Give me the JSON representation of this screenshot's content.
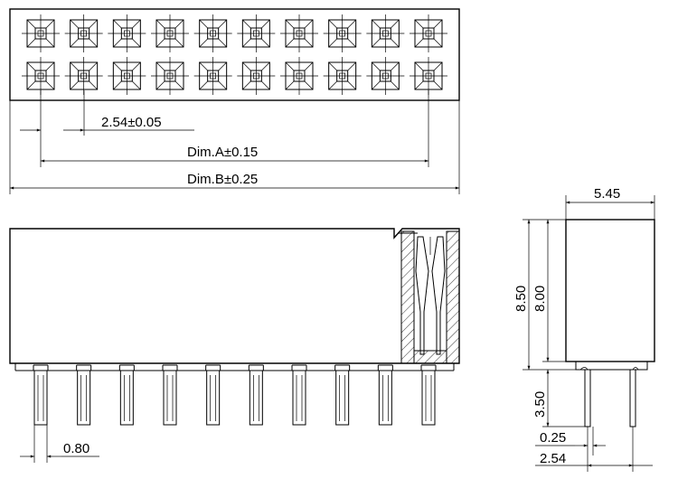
{
  "labels": {
    "pitch": "2.54±0.05",
    "dim_a": "Dim.A±0.15",
    "dim_b": "Dim.B±0.25",
    "pin_width": "0.80",
    "body_depth": "5.45",
    "overall_height": "8.50",
    "body_height": "8.00",
    "tail_length": "3.50",
    "pin_thickness": "0.25",
    "row_pitch": "2.54"
  },
  "connector": {
    "columns": 10,
    "rows": 2
  },
  "colors": {
    "line": "#000000",
    "background": "#ffffff"
  }
}
